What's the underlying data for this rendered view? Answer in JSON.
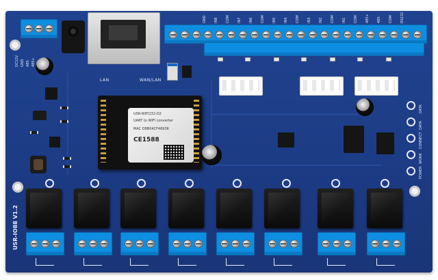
{
  "photo": {
    "subject": "relay controller circuit board",
    "board_color": "#1e3d88",
    "terminal_color": "#0e8ee0"
  },
  "silkscreen": {
    "board_id": "USR-IO88 V1.2",
    "module_model": "USR-WIFI232-D2",
    "module_desc": "UART to WIFI converter",
    "module_mac": "MAC D8B04CF46936",
    "module_cert": "CE1588",
    "lan_label": "LAN",
    "wan_label": "WAN/LAN",
    "right_labels": [
      "DATA",
      "DATA",
      "CONNECT",
      "WORK",
      "POWER"
    ],
    "top_terminal_labels": [
      "",
      "",
      "",
      "",
      "GND",
      "IN8",
      "COM",
      "IN7",
      "IN6",
      "COM",
      "IN5",
      "IN4",
      "COM",
      "IN3",
      "IN2",
      "COM",
      "IN1",
      "COM",
      "485+",
      "485-",
      "COM",
      "RS232"
    ],
    "left_labels": [
      "DC12V",
      "GND",
      "485-",
      "485+"
    ]
  }
}
